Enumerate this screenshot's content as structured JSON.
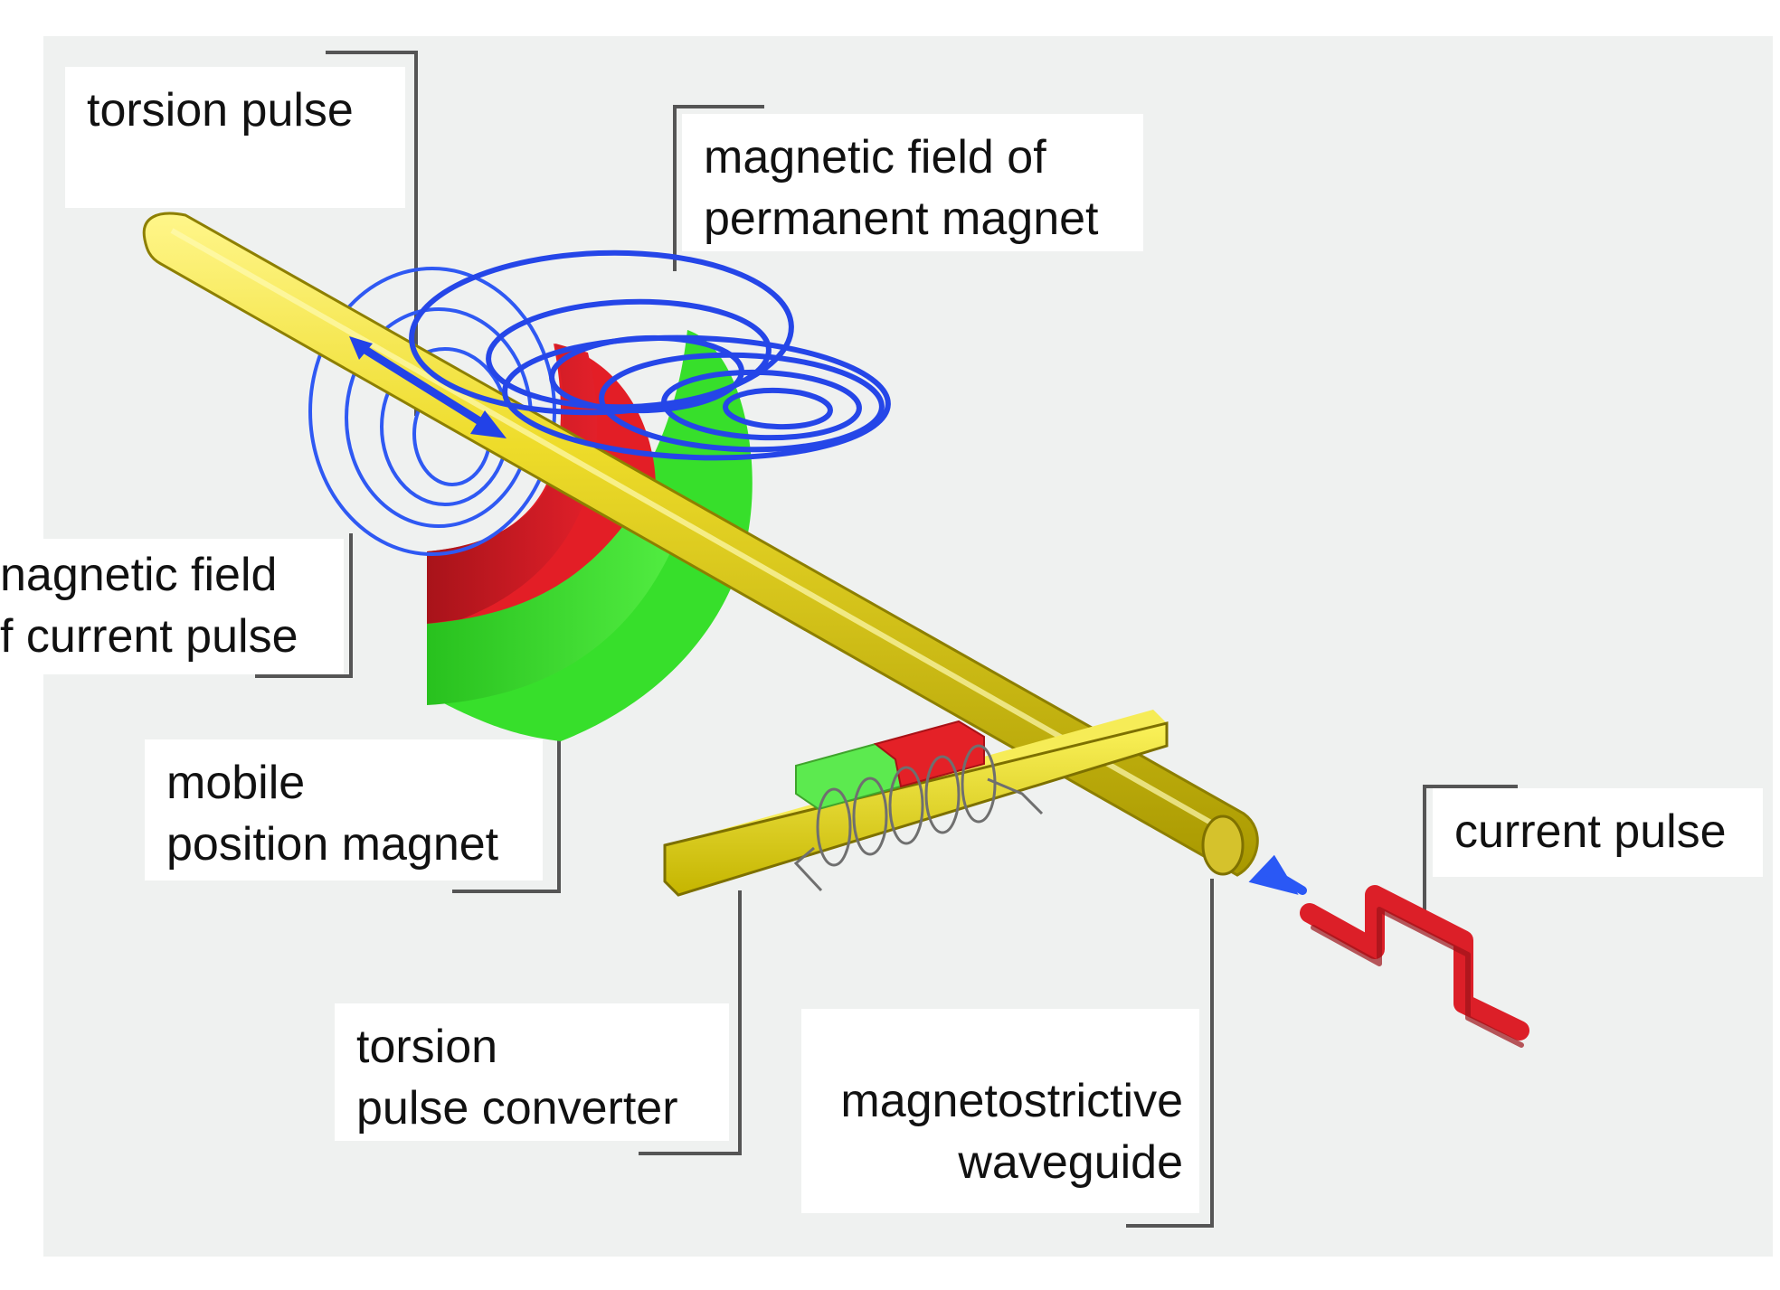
{
  "diagram": {
    "labels": {
      "torsion_pulse": "torsion pulse",
      "field_permanent_line1": "magnetic field of",
      "field_permanent_line2": "permanent magnet",
      "field_current_line1": "nagnetic field",
      "field_current_line2": "f current pulse",
      "mobile_magnet_line1": "mobile",
      "mobile_magnet_line2": "position magnet",
      "current_pulse": "current pulse",
      "converter_line1": "torsion",
      "converter_line2": "pulse converter",
      "waveguide_line1": "magnetostrictive",
      "waveguide_line2": "waveguide"
    },
    "colors": {
      "background_panel": "#eff1f0",
      "waveguide_yellow": "#e7d71f",
      "magnet_red": "#e71d24",
      "magnet_green": "#39e42d",
      "field_blue": "#2446dd",
      "pulse_red": "#dd1f27",
      "leader_lines": "#555555"
    }
  }
}
